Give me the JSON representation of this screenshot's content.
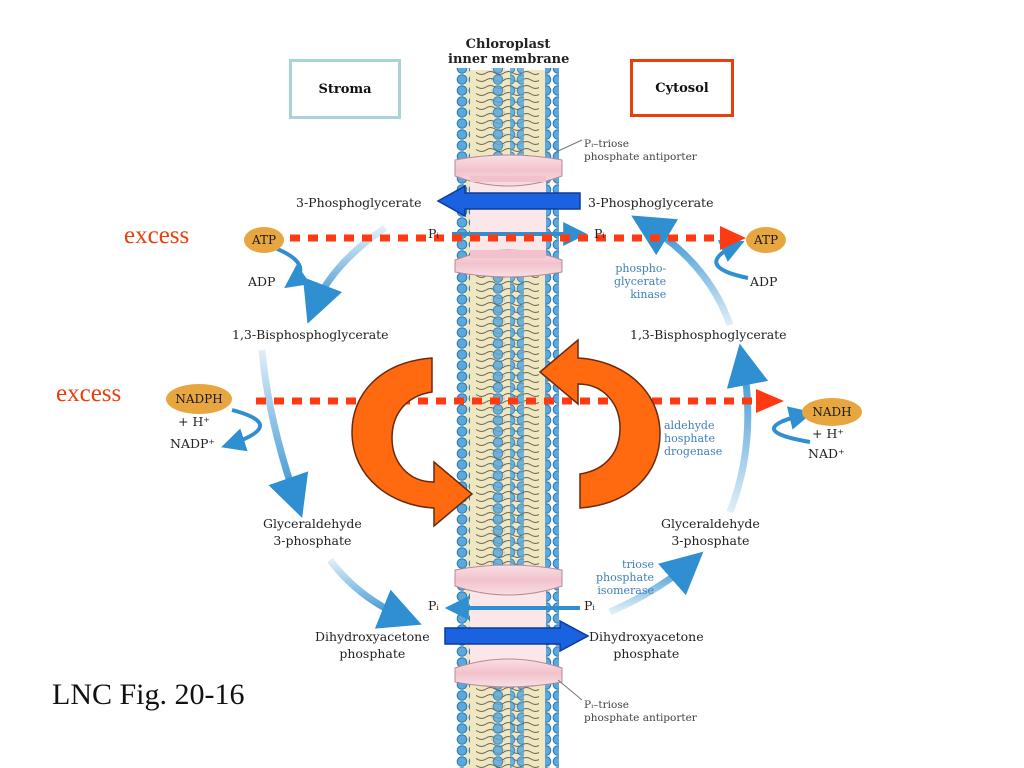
{
  "membrane_title": [
    "Chloroplast",
    "inner membrane"
  ],
  "compartments": {
    "left": "Stroma",
    "right": "Cytosol"
  },
  "antiporter_label": [
    "Pᵢ–triose",
    "phosphate antiporter"
  ],
  "stroma": {
    "pga": "3-Phosphoglycerate",
    "pi": "Pᵢ",
    "atp": "ATP",
    "adp": "ADP",
    "bpg": "1,3-Bisphosphoglycerate",
    "nadph": "NADPH",
    "h": "+ H⁺",
    "nadp": "NADP⁺",
    "gap": [
      "Glyceraldehyde",
      "3-phosphate"
    ],
    "dhap": [
      "Dihydroxyacetone",
      "phosphate"
    ]
  },
  "cytosol": {
    "pga": "3-Phosphoglycerate",
    "pi": "Pᵢ",
    "atp": "ATP",
    "adp": "ADP",
    "bpg": "1,3-Bisphosphoglycerate",
    "nadh": "NADH",
    "h": "+ H⁺",
    "nad": "NAD⁺",
    "gap": [
      "Glyceraldehyde",
      "3-phosphate"
    ],
    "dhap": [
      "Dihydroxyacetone",
      "phosphate"
    ]
  },
  "enzymes": {
    "pgk": [
      "phospho-",
      "glycerate",
      "kinase"
    ],
    "gapdh": [
      "aldehyde",
      "hosphate",
      "drogenase"
    ],
    "tpi": [
      "triose",
      "phosphate",
      "isomerase"
    ]
  },
  "excess_labels": [
    "excess",
    "excess"
  ],
  "caption": "LNC Fig. 20-16",
  "colors": {
    "membrane_head": "#5aa8dc",
    "membrane_core": "#efe7c2",
    "transporter": "#f2c8d0",
    "dark_arrow": "#1a62e0",
    "pathway_arrow": "#2f8fd0",
    "excess_arrow": "#ff3a10",
    "big_arrow": "#ff6a10",
    "stroma_box": "#a8d4d8",
    "cytosol_box": "#e8400c",
    "cofactor": "#e8a640"
  }
}
